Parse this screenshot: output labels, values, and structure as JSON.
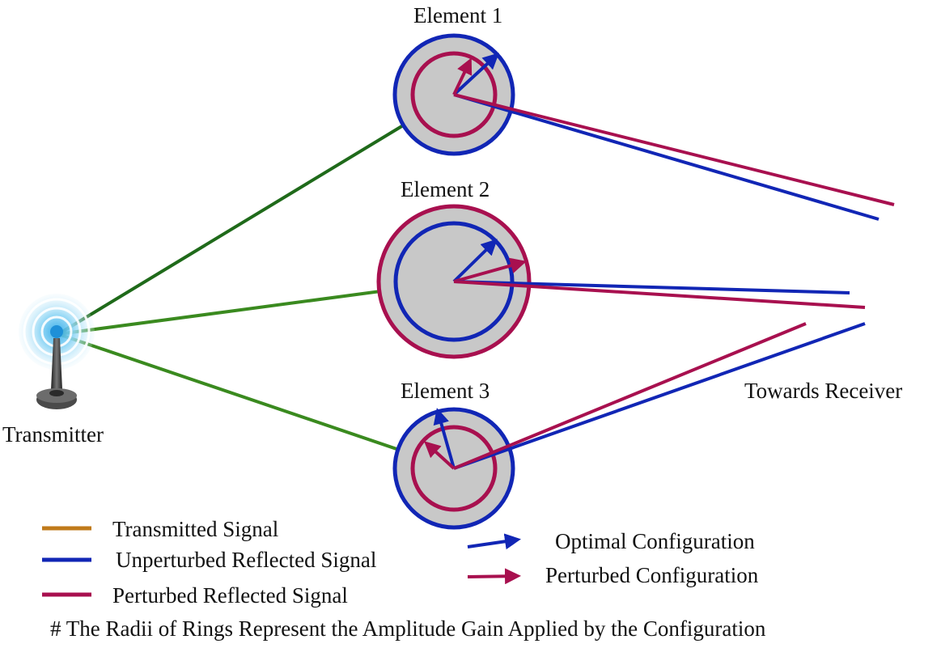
{
  "labels": {
    "element1": "Element 1",
    "element2": "Element 2",
    "element3": "Element 3",
    "transmitter": "Transmitter",
    "receiver": "Towards Receiver"
  },
  "legend": {
    "transmitted": "Transmitted Signal",
    "unperturbed": "Unperturbed Reflected Signal",
    "perturbed": "Perturbed Reflected Signal",
    "optimal_config": "Optimal Configuration",
    "perturbed_config": "Perturbed Configuration"
  },
  "footnote": "# The Radii of Rings Represent the Amplitude Gain Applied by the Configuration",
  "colors": {
    "transmitted_legend": "#c07a1a",
    "transmitted_lines": "#2e7d1e",
    "unperturbed": "#1126b5",
    "perturbed": "#a8104f",
    "element_fill": "#c8c8c8"
  },
  "icons": {
    "transmitter": "antenna-tower-icon"
  }
}
